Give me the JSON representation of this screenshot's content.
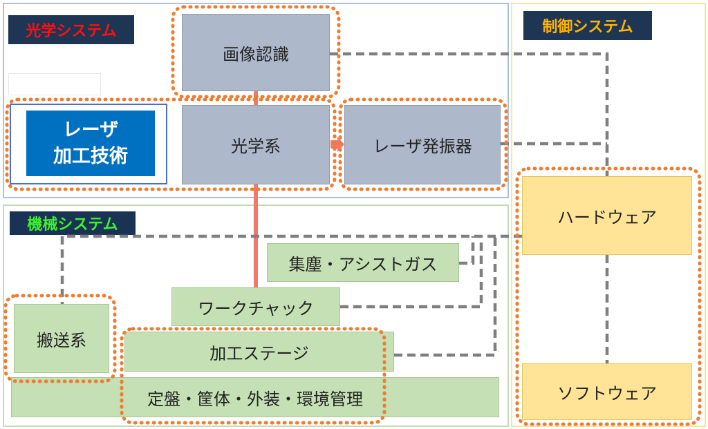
{
  "systems": {
    "optical": "光学システム",
    "mechanical": "機械システム",
    "control": "制御システム"
  },
  "core": {
    "line1": "レーザ",
    "line2": "加工技術"
  },
  "optical_blocks": {
    "image_recognition": "画像認識",
    "optics": "光学系",
    "laser_oscillator": "レーザ発振器"
  },
  "mechanical_blocks": {
    "dust_assist_gas": "集塵・アシストガス",
    "work_chuck": "ワークチャック",
    "transport": "搬送系",
    "processing_stage": "加工ステージ",
    "base_housing": "定盤・筐体・外装・環境管理"
  },
  "control_blocks": {
    "hardware": "ハードウェア",
    "software": "ソフトウェア"
  },
  "colors": {
    "optical_tag_text": "#ff1010",
    "mechanical_tag_text": "#3cf22c",
    "control_tag_text": "#ffb400",
    "tag_background": "#1f3554",
    "highlight_dotted": "#ed7d31",
    "connector_solid": "#f4776b",
    "connector_dashed": "#7f7f7f"
  }
}
